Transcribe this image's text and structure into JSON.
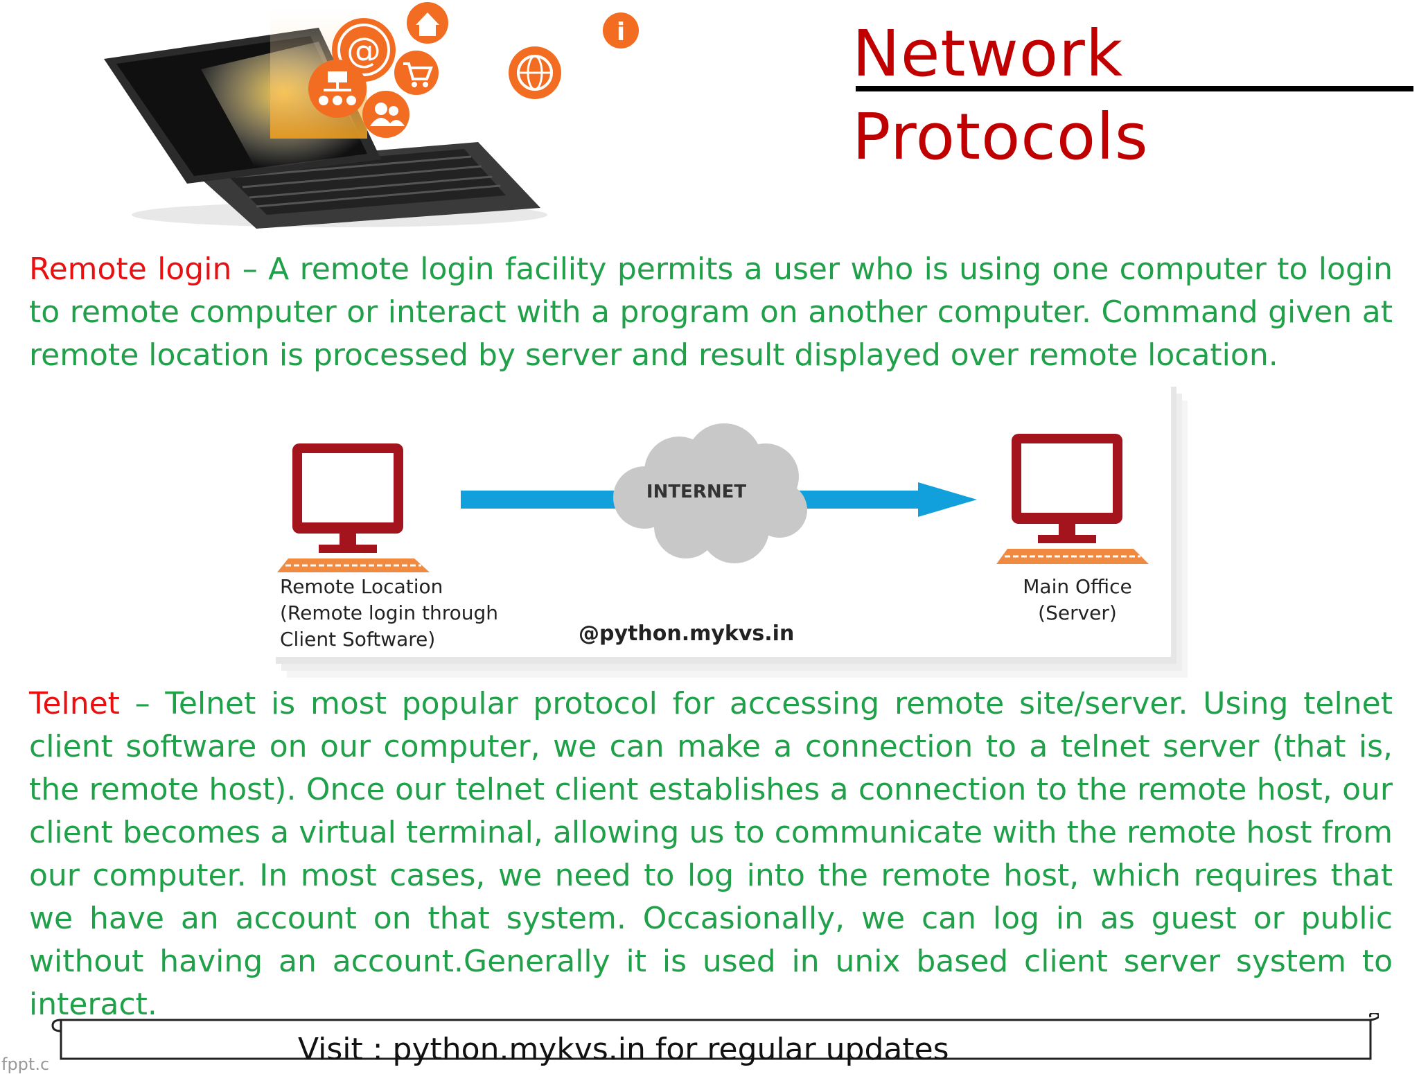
{
  "slide": {
    "title": "Network Protocols"
  },
  "remote_login": {
    "term": "Remote login",
    "dash": " – ",
    "text": "A remote login facility permits a user who is using one computer to login to remote computer or interact with a program on another computer. Command given at remote location is processed by server and result displayed over remote location."
  },
  "diagram": {
    "internet_label": "INTERNET",
    "remote_label": "Remote Location\n(Remote login through\nClient Software)",
    "server_label": "Main Office\n(Server)",
    "credit": "@python.mykvs.in",
    "colors": {
      "monitor": "#a4141c",
      "keyboard": "#f08a40",
      "arrow": "#12a0dc",
      "cloud": "#c8c8c8"
    }
  },
  "telnet": {
    "term": "Telnet",
    "dash": " – ",
    "text": "Telnet is most popular protocol for accessing remote site/server. Using telnet client software on our computer, we can make a connection to a telnet server (that is, the remote host). Once our telnet client establishes a connection to the remote host, our client becomes a virtual terminal, allowing us to communicate with the remote host from our computer. In most cases, we need to log into the remote host, which requires that we have an account on that system. Occasionally, we can log in as guest or public without having an account.Generally it is used in unix based client server system to interact."
  },
  "footer": {
    "text": "Visit : python.mykvs.in for regular updates",
    "brand": "fppt.c"
  },
  "hero_icons": [
    "at-sign-icon",
    "home-icon",
    "info-icon",
    "shopping-cart-icon",
    "globe-icon",
    "sitemap-icon",
    "users-icon"
  ],
  "accent_colors": {
    "title": "#c00000",
    "term": "#e81010",
    "body": "#1fa049",
    "icon_orange": "#f26d21"
  }
}
